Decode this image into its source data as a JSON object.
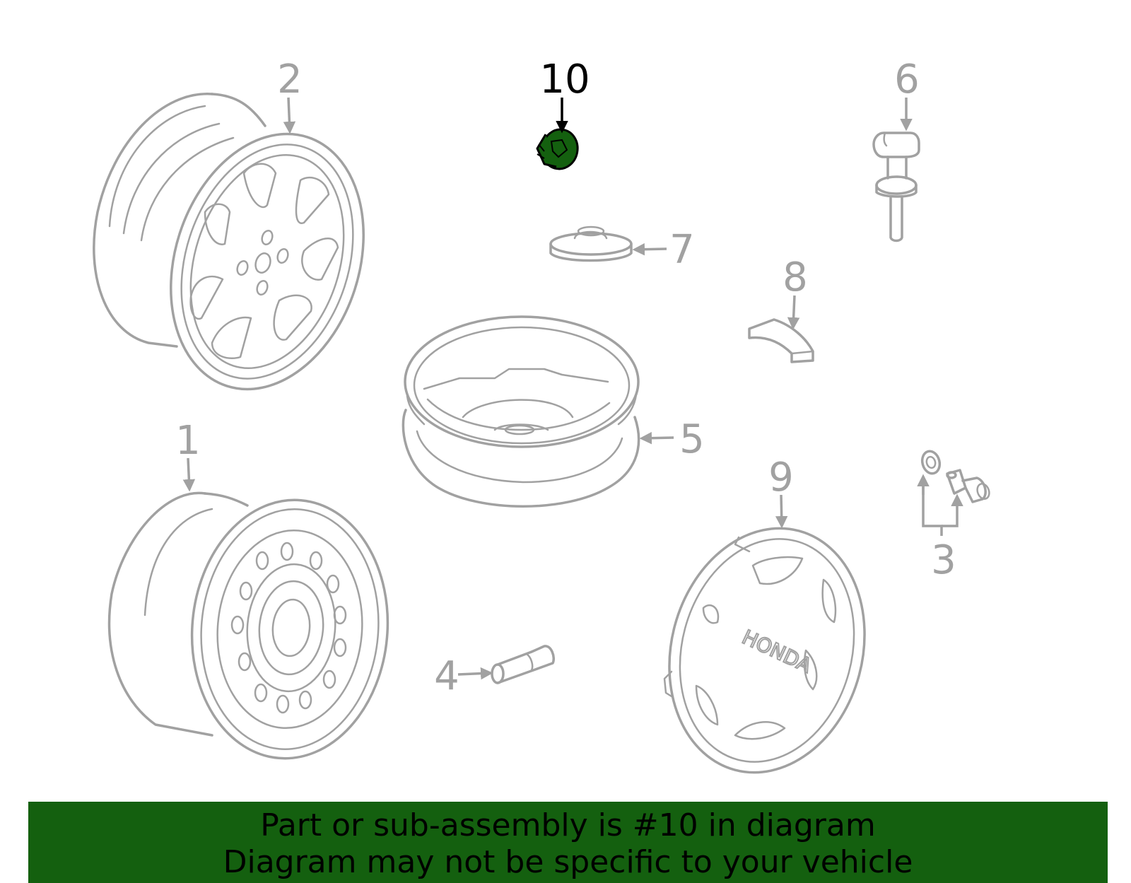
{
  "callouts": {
    "c1": "1",
    "c2": "2",
    "c3": "3",
    "c4": "4",
    "c5": "5",
    "c6": "6",
    "c7": "7",
    "c8": "8",
    "c9": "9",
    "c10": "10"
  },
  "hub_cap_lettering": "HONDA",
  "highlight": {
    "part": "10",
    "color": "#14600f"
  },
  "banner": {
    "line1": "Part or sub-assembly is #10 in diagram",
    "line2": "Diagram may not be specific to your vehicle",
    "background": "#14600f"
  }
}
